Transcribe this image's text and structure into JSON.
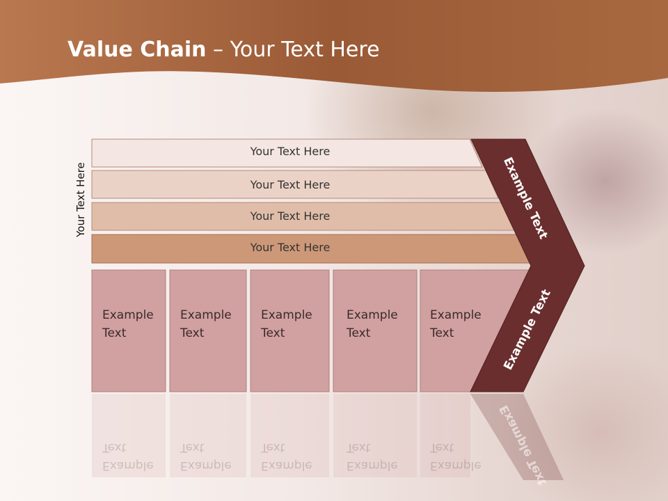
{
  "header": {
    "title_bold": "Value Chain",
    "title_rest": " – Your Text Here"
  },
  "side_label": "Your Text Here",
  "bars": [
    {
      "label": "Your Text Here"
    },
    {
      "label": "Your Text Here"
    },
    {
      "label": "Your Text Here"
    },
    {
      "label": "Your Text Here"
    }
  ],
  "columns": [
    {
      "line1": "Example",
      "line2": "Text"
    },
    {
      "line1": "Example",
      "line2": "Text"
    },
    {
      "line1": "Example",
      "line2": "Text"
    },
    {
      "line1": "Example",
      "line2": "Text"
    },
    {
      "line1": "Example",
      "line2": "Text"
    }
  ],
  "arrow": {
    "upper_label": "Example Text",
    "lower_label": "Example Text"
  },
  "colors": {
    "header": "#a0603a",
    "arrow": "#6b2e2e",
    "columns": "#d1a0a0",
    "bar1": "#f4e6e2",
    "bar2": "#ebd2c6",
    "bar3": "#e0bda9",
    "bar4": "#cd9878"
  }
}
